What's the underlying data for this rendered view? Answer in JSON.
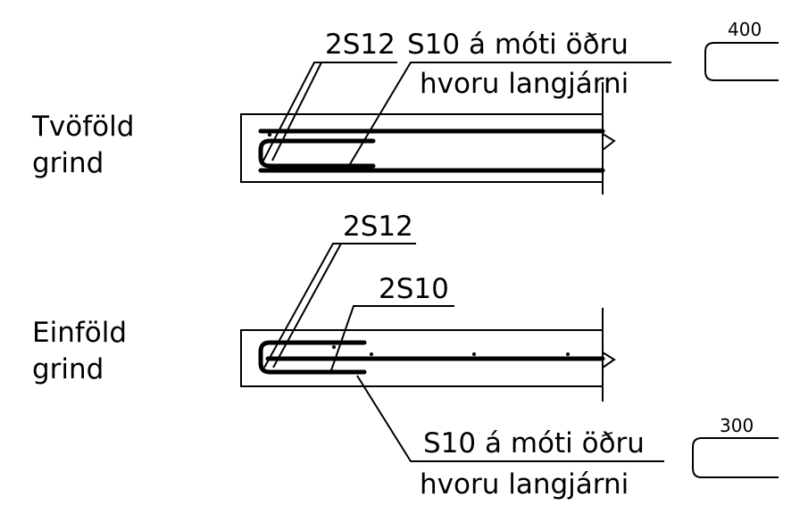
{
  "colors": {
    "ink": "#000000",
    "paper": "#ffffff"
  },
  "double": {
    "label_line1": "Tvöföld",
    "label_line2": "grind",
    "bar_main": "2S12",
    "bar_links_line1": "S10 á móti öðru",
    "bar_links_line2": "hvoru langjárni",
    "dimension": "400"
  },
  "single": {
    "label_line1": "Einföld",
    "label_line2": "grind",
    "bar_main": "2S12",
    "bar_secondary": "2S10",
    "bar_links_line1": "S10 á móti öðru",
    "bar_links_line2": "hvoru langjárni",
    "dimension": "300"
  }
}
